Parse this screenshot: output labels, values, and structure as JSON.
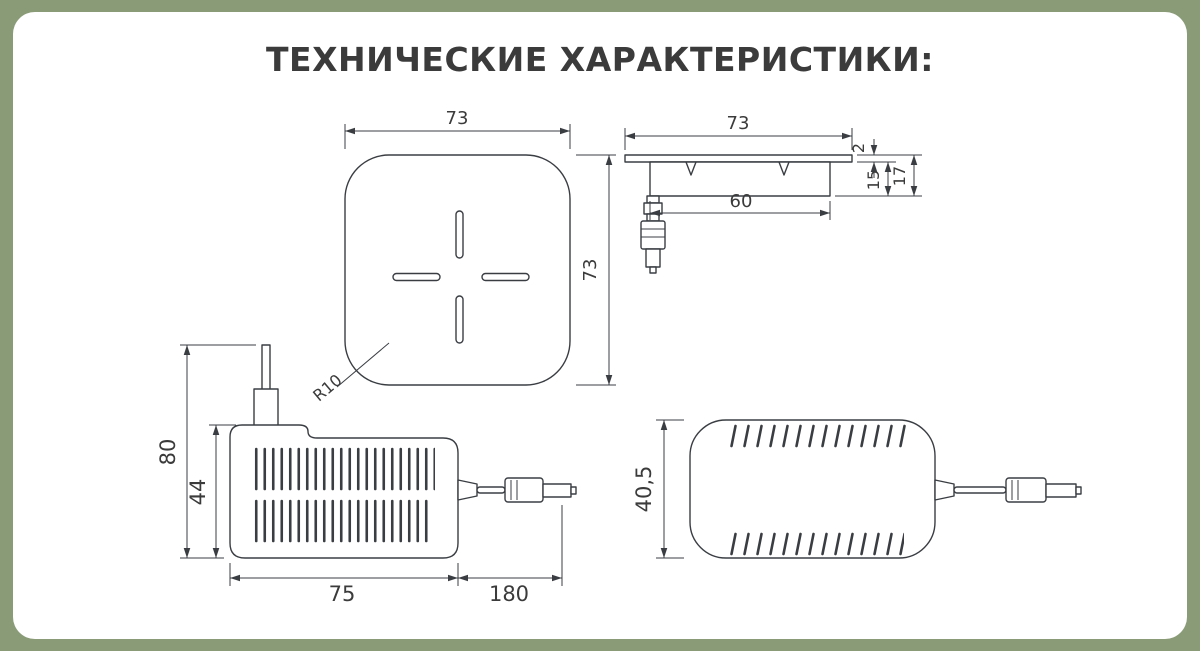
{
  "title": "ТЕХНИЧЕСКИЕ ХАРАКТЕРИСТИКИ:",
  "colors": {
    "background": "#8a9b78",
    "card": "#ffffff",
    "line": "#3a3e43",
    "text": "#3b3b3b"
  },
  "views": {
    "charger_top": {
      "width_mm": "73",
      "height_mm": "73",
      "corner_radius": "R10"
    },
    "charger_side": {
      "width_mm": "73",
      "plate_thickness_mm": "2",
      "recess_depth_mm": "15",
      "total_depth_mm": "17",
      "body_width_mm": "60"
    },
    "adapter_side": {
      "total_height_mm": "80",
      "body_height_mm": "44",
      "body_length_mm": "75",
      "cable_length_mm": "180"
    },
    "adapter_top": {
      "width_mm": "40,5"
    }
  }
}
